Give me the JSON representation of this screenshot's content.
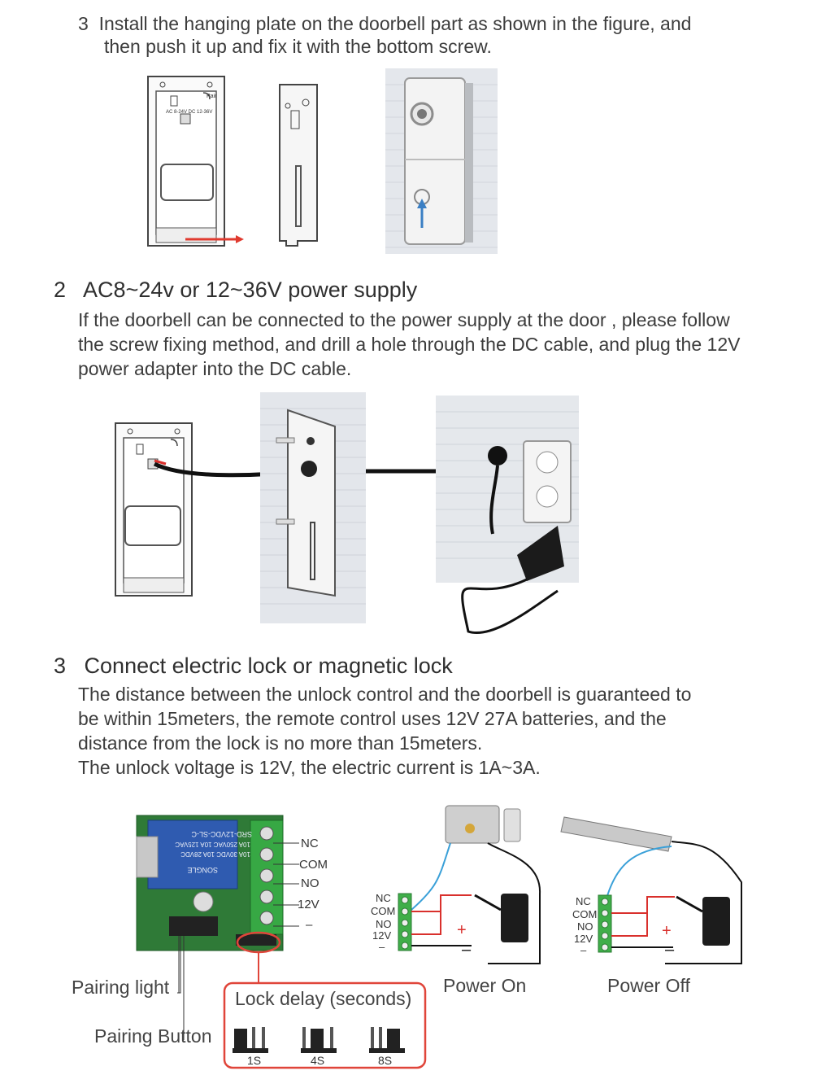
{
  "step_install": {
    "number": "3",
    "line1": "Install the hanging plate on the doorbell part as shown in the figure, and",
    "line2": "then push it up and fix it with the bottom screw."
  },
  "section_power": {
    "number": "2",
    "title": "AC8~24v or 12~36V power supply",
    "lines": [
      "If the doorbell can be connected to the power supply at the door , please follow",
      "the screw fixing method, and drill a hole through the DC cable,  and plug the 12V",
      "power adapter into the DC cable."
    ]
  },
  "section_lock": {
    "number": "3",
    "title": "Connect electric lock or magnetic lock",
    "lines": [
      "The distance between the unlock control and the doorbell is guaranteed to",
      "be within 15meters, the remote control uses 12V 27A batteries, and the",
      "distance from the lock is no more than 15meters.",
      "The unlock voltage is 12V, the electric current is 1A~3A."
    ]
  },
  "device_labels": {
    "pair": "Pair",
    "ac_label": "AC 8-24V  DC 12-36V"
  },
  "relay_board": {
    "terminals": [
      "NC",
      "COM",
      "NO",
      "12V",
      "–"
    ],
    "relay_text": [
      "SRD-12VDC-SL-C",
      "10A 250VAC  10A 125VAC",
      "10A 30VDC  10A 28VDC",
      "SONGLE"
    ],
    "pairing_light": "Pairing light",
    "pairing_button": "Pairing Button",
    "lock_delay_title": "Lock delay (seconds)",
    "delays": [
      "1S",
      "4S",
      "8S"
    ]
  },
  "wiring": {
    "terminals": [
      "NC",
      "COM",
      "NO",
      "12V",
      "–"
    ],
    "plus": "+",
    "minus": "–",
    "power_on": "Power On",
    "power_off": "Power Off"
  },
  "colors": {
    "wire_red": "#d9302c",
    "wire_blue": "#3aa0d8",
    "terminal_green": "#3fae49",
    "arrow_red": "#e03a2f",
    "arrow_blue": "#3a7fc4",
    "delay_frame": "#e0453a"
  }
}
